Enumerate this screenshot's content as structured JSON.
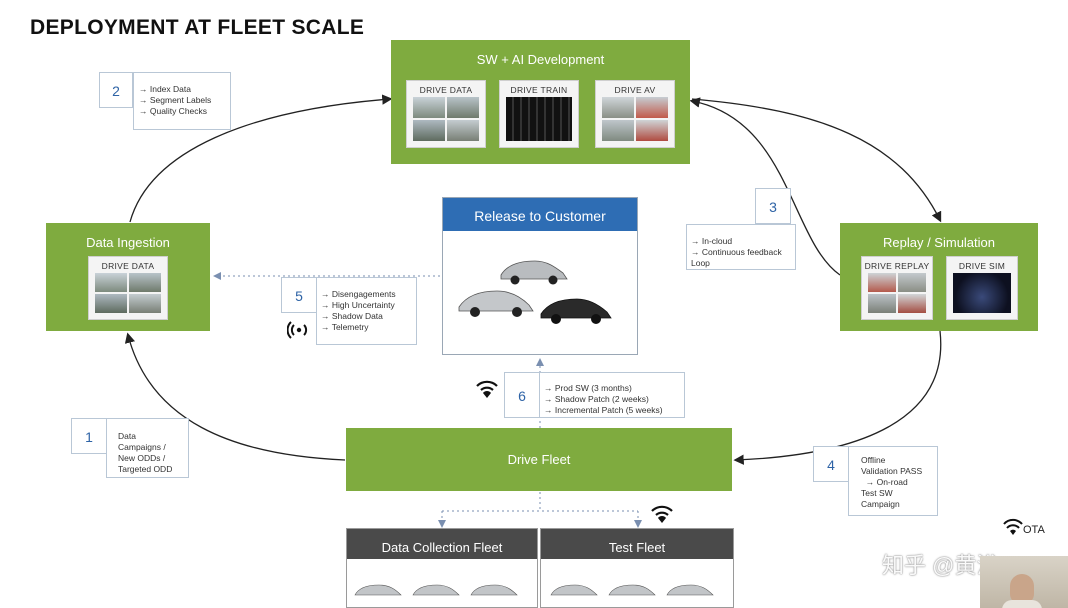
{
  "title": "DEPLOYMENT AT FLEET SCALE",
  "sw_ai": {
    "title": "SW + AI Development",
    "thumbs": [
      "DRIVE DATA",
      "DRIVE TRAIN",
      "DRIVE AV"
    ]
  },
  "ingestion": {
    "title": "Data Ingestion",
    "thumb": "DRIVE DATA"
  },
  "replay": {
    "title": "Replay / Simulation",
    "thumbs": [
      "DRIVE REPLAY",
      "DRIVE SIM"
    ]
  },
  "release": {
    "title": "Release to Customer"
  },
  "fleet": {
    "title": "Drive Fleet"
  },
  "data_fleet": {
    "title": "Data Collection Fleet"
  },
  "test_fleet": {
    "title": "Test Fleet"
  },
  "notes": {
    "n1": {
      "num": "1",
      "lines": [
        "Data",
        "Campaigns /",
        "New ODDs /",
        "Targeted ODD"
      ]
    },
    "n2": {
      "num": "2",
      "lines": [
        "→ Index Data",
        "→ Segment Labels",
        "→ Quality Checks"
      ]
    },
    "n3": {
      "num": "3",
      "lines": [
        "→ In-cloud",
        "→ Continuous feedback",
        "Loop"
      ]
    },
    "n4": {
      "num": "4",
      "lines": [
        "Offline",
        "Validation PASS",
        "  → On-road",
        "Test SW",
        "Campaign"
      ]
    },
    "n5": {
      "num": "5",
      "lines": [
        "→ Disengagements",
        "→ High Uncertainty",
        "→ Shadow Data",
        "→ Telemetry"
      ]
    },
    "n6": {
      "num": "6",
      "lines": [
        "→ Prod SW (3 months)",
        "→ Shadow Patch (2 weeks)",
        "→ Incremental Patch (5 weeks)"
      ]
    }
  },
  "ota_label": "OTA",
  "watermark": "知乎 @黄浴",
  "icons": {
    "wireless": "wireless-signal-icon",
    "wifi": "wifi-icon",
    "car": "car-icon"
  },
  "colors": {
    "green": "#7fab3f",
    "blue_header": "#2e6db4",
    "dark": "#4a4a4a",
    "accent": "#2e63a6"
  }
}
